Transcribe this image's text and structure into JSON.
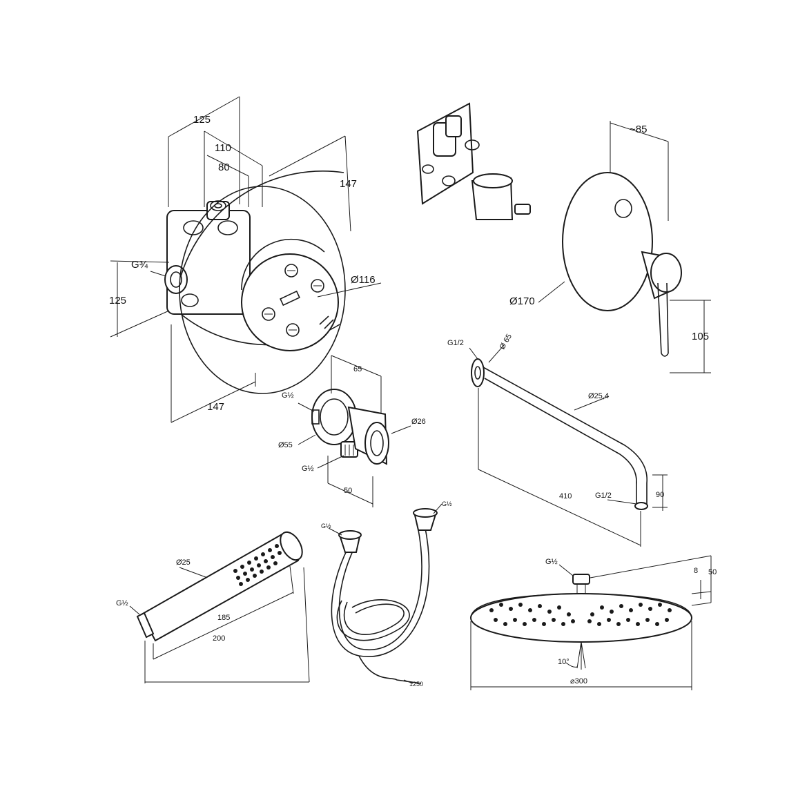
{
  "mixer_body": {
    "dim_width_total": "125",
    "dim_width_mid": "110",
    "dim_width_inner": "80",
    "dim_depth": "147",
    "dim_thread": "G¾",
    "dim_height": "125",
    "dim_plate_diameter": "Ø116",
    "dim_plate_width": "147"
  },
  "trim_plate": {
    "dim_depth": "~85",
    "dim_diameter": "Ø170",
    "dim_lever_height": "105"
  },
  "wall_outlet": {
    "dim_depth": "65",
    "dim_thread_top": "G½",
    "dim_diameter_outer": "Ø55",
    "dim_diameter_holder": "Ø26",
    "dim_thread_bottom": "G½",
    "dim_height": "50"
  },
  "shower_arm": {
    "dim_thread_wall": "G1/2",
    "dim_flange": "Ø 65",
    "dim_tube": "Ø25,4",
    "dim_length": "410",
    "dim_thread_end": "G1/2",
    "dim_drop": "90"
  },
  "hand_shower": {
    "dim_diameter": "Ø25",
    "dim_thread": "G½",
    "dim_length_inner": "185",
    "dim_length_total": "200"
  },
  "hose": {
    "dim_thread_left": "G½",
    "dim_thread_right": "G½",
    "dim_length": "1250"
  },
  "overhead_shower": {
    "dim_thread": "G½",
    "dim_thickness": "8",
    "dim_height": "50",
    "dim_angle": "10°",
    "dim_diameter": "⌀300"
  }
}
